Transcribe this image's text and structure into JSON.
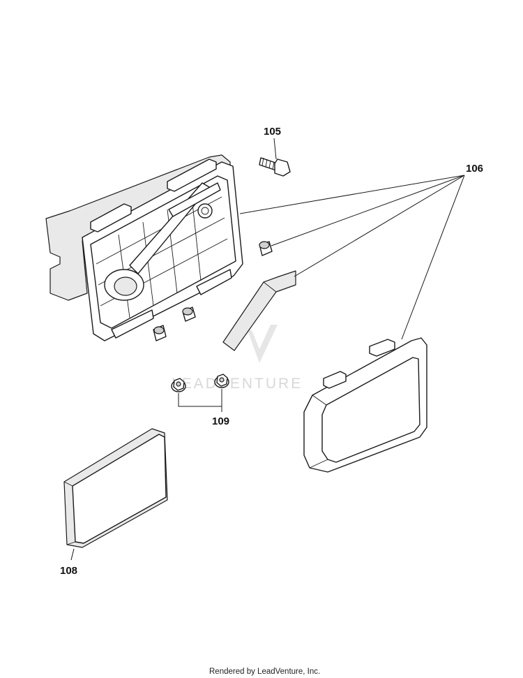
{
  "parts": [
    {
      "id": "105"
    },
    {
      "id": "106"
    },
    {
      "id": "108"
    },
    {
      "id": "109"
    }
  ],
  "watermark": {
    "text": "LEADVENTURE"
  },
  "footer": {
    "text": "Rendered by LeadVenture, Inc."
  },
  "colors": {
    "line": "#1a1a1a",
    "background": "#ffffff",
    "watermark": "#d8d8d8"
  }
}
